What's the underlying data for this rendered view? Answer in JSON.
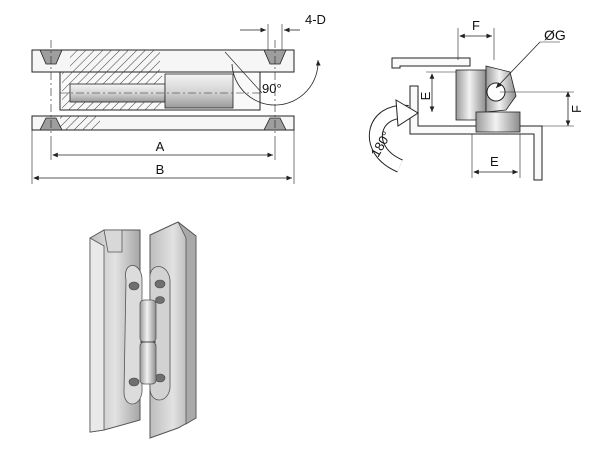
{
  "labels": {
    "A": "A",
    "B": "B",
    "angle_90": "90°",
    "holes_4D": "4-D",
    "F_top": "F",
    "G_diam": "ØG",
    "E_left": "E",
    "F_right": "F",
    "E_bottom": "E",
    "rotation_180": "180°"
  },
  "colors": {
    "line": "#222222",
    "hatch": "#333333",
    "metal_light": "#e6e6e6",
    "metal_mid": "#c4c4c4",
    "metal_dark": "#8a8a8a"
  }
}
